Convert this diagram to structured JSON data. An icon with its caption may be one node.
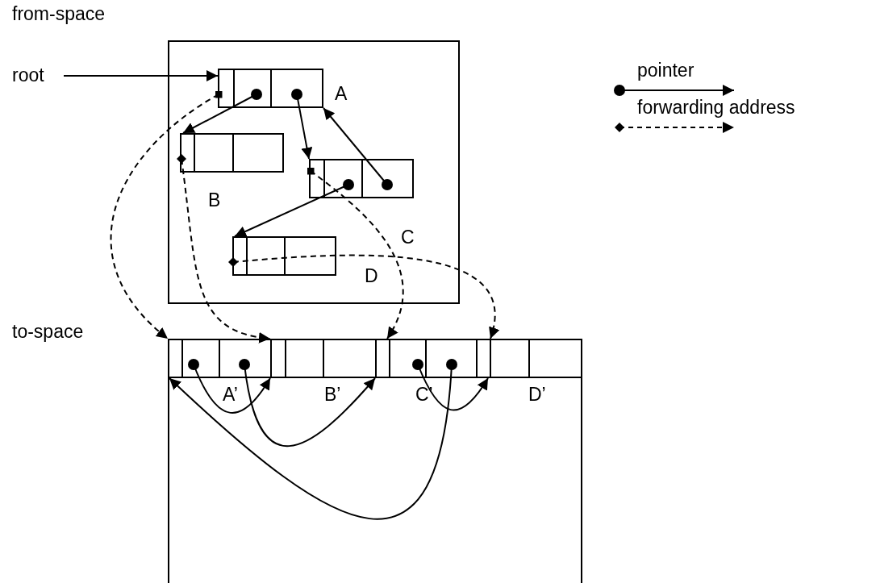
{
  "diagram": {
    "nodes": [
      {
        "text": [
          "from-space"
        ]
      },
      {
        "text": [
          "A"
        ],
        "in": 0
      },
      {
        "text": [
          "B"
        ],
        "in": 0
      },
      {
        "text": [
          "C"
        ],
        "in": 0
      },
      {
        "text": [
          "D"
        ],
        "in": 0
      },
      {
        "text": [
          "to-space"
        ]
      },
      {
        "text": [
          "A’"
        ],
        "in": 5
      },
      {
        "text": [
          "B’"
        ],
        "in": 5
      },
      {
        "text": [
          "C’"
        ],
        "in": 5
      },
      {
        "text": [
          "D’"
        ],
        "in": 5
      },
      {
        "text": [
          "root"
        ]
      }
    ],
    "edges": [
      {
        "from": 10,
        "to": 1,
        "arrow": "to"
      },
      {
        "from": 1,
        "to": 2,
        "arrow": "to"
      },
      {
        "from": 1,
        "to": 3,
        "arrow": "to"
      },
      {
        "from": 3,
        "to": 4,
        "arrow": "to"
      },
      {
        "from": 3,
        "to": 1,
        "arrow": "to"
      },
      {
        "from": 1,
        "to": 6,
        "arrow": "to",
        "style": "dashed"
      },
      {
        "from": 2,
        "to": 7,
        "arrow": "to",
        "style": "dashed"
      },
      {
        "from": 3,
        "to": 8,
        "arrow": "to",
        "style": "dashed"
      },
      {
        "from": 4,
        "to": 9,
        "arrow": "to",
        "style": "dashed"
      },
      {
        "from": 6,
        "to": 7,
        "arrow": "to"
      },
      {
        "from": 6,
        "to": 8,
        "arrow": "to"
      },
      {
        "from": 8,
        "to": 9,
        "arrow": "to"
      },
      {
        "from": 8,
        "to": 6,
        "arrow": "to"
      }
    ],
    "legend": [
      {
        "text": "pointer"
      },
      {
        "text": "forwarding address"
      }
    ]
  }
}
